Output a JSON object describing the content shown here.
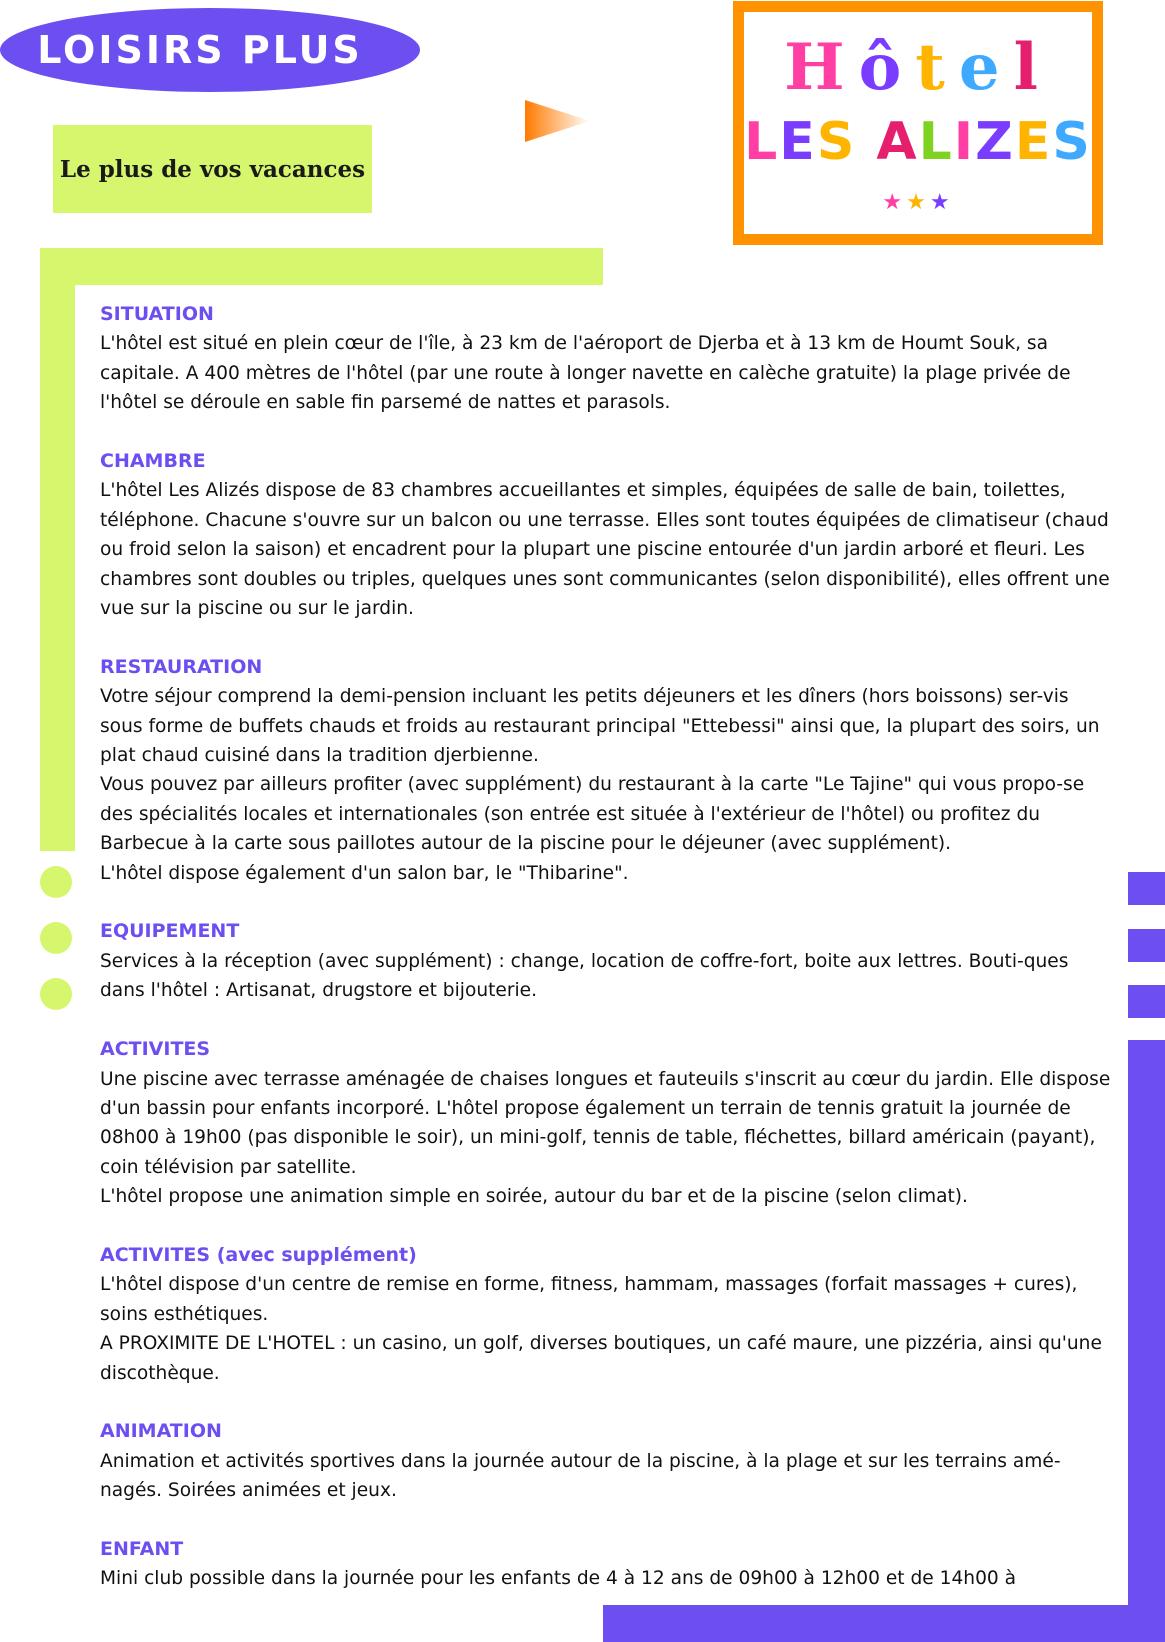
{
  "header": {
    "brand": "LOISIRS PLUS",
    "tagline": "Le plus de vos vacances"
  },
  "logo": {
    "line1": "Hôtel",
    "line2": "LES ALIZES",
    "stars": "★★★",
    "colors": [
      "#ff3fa4",
      "#7a3cff",
      "#ffb400",
      "#3fa9ff",
      "#e61e6e",
      "#7ed321"
    ]
  },
  "colors": {
    "accent_purple": "#6d4ef0",
    "accent_green": "#d6f66d",
    "accent_orange": "#ff9200"
  },
  "sections": [
    {
      "heading": "SITUATION",
      "paragraphs": [
        "L'hôtel est situé en plein cœur de l'île, à 23 km de l'aéroport de Djerba et à 13 km de Houmt Souk, sa capitale. A 400 mètres de l'hôtel (par une route à longer navette en calèche gratuite) la plage privée de l'hôtel se déroule en sable fin parsemé de nattes et parasols."
      ]
    },
    {
      "heading": "CHAMBRE",
      "paragraphs": [
        "L'hôtel Les Alizés dispose de 83 chambres accueillantes et simples, équipées de salle de bain, toilettes, téléphone. Chacune s'ouvre sur un balcon ou une terrasse. Elles sont toutes équipées de climatiseur (chaud ou froid selon la saison) et encadrent pour la plupart une piscine entourée d'un jardin arboré et fleuri. Les chambres sont doubles ou triples, quelques unes sont communicantes (selon disponibilité), elles offrent une vue sur la piscine ou sur le jardin."
      ]
    },
    {
      "heading": "RESTAURATION",
      "paragraphs": [
        "Votre séjour comprend la demi-pension incluant les petits déjeuners et les dîners (hors boissons) ser-vis sous forme de buffets chauds et froids au restaurant principal \"Ettebessi\" ainsi que, la plupart des soirs, un plat chaud cuisiné dans la tradition djerbienne.",
        "Vous pouvez par ailleurs profiter (avec supplément) du restaurant à la carte \"Le Tajine\" qui vous propo-se des spécialités locales et internationales (son entrée est située à l'extérieur de l'hôtel) ou profitez du Barbecue à la carte sous paillotes autour de la piscine pour le déjeuner (avec supplément).",
        "L'hôtel dispose également d'un salon bar, le \"Thibarine\"."
      ]
    },
    {
      "heading": "EQUIPEMENT",
      "paragraphs": [
        "Services à la réception (avec supplément) : change, location de coffre-fort, boite aux lettres. Bouti-ques dans l'hôtel : Artisanat, drugstore et bijouterie."
      ]
    },
    {
      "heading": "ACTIVITES",
      "paragraphs": [
        "Une piscine avec terrasse aménagée de chaises longues et fauteuils s'inscrit au cœur du jardin. Elle dispose d'un bassin pour enfants incorporé. L'hôtel propose également un terrain de tennis gratuit la journée de 08h00 à 19h00 (pas disponible le soir), un mini-golf, tennis de table, fléchettes, billard américain (payant), coin télévision par satellite.",
        "L'hôtel propose une animation simple en soirée, autour du bar et de la piscine (selon climat)."
      ]
    },
    {
      "heading": "ACTIVITES (avec supplément)",
      "paragraphs": [
        "L'hôtel dispose d'un centre de remise en forme, fitness, hammam, massages (forfait massages + cures), soins esthétiques.",
        "A PROXIMITE DE L'HOTEL : un casino, un golf, diverses boutiques, un café maure, une pizzéria, ainsi qu'une discothèque."
      ]
    },
    {
      "heading": "ANIMATION",
      "paragraphs": [
        "Animation et activités sportives dans la journée autour de la piscine, à la plage et sur les terrains amé-nagés. Soirées animées et jeux."
      ]
    },
    {
      "heading": "ENFANT",
      "paragraphs": [
        "Mini club possible dans la journée pour les enfants de 4 à 12 ans de 09h00 à 12h00 et de 14h00 à"
      ]
    }
  ]
}
